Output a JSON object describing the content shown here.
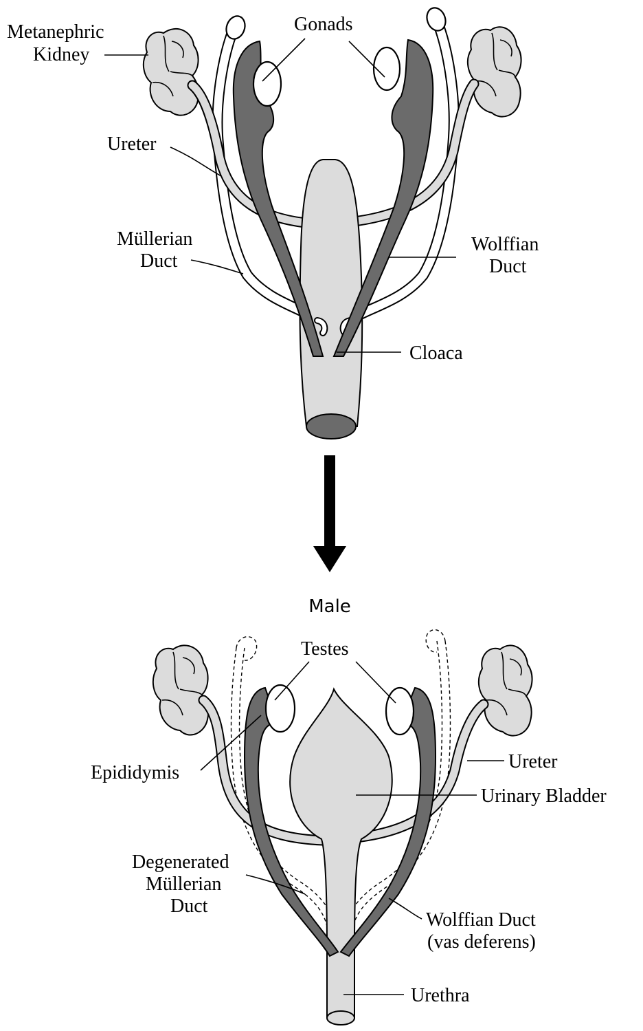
{
  "labels": {
    "metanephric_kidney_line1": "Metanephric",
    "metanephric_kidney_line2": "Kidney",
    "gonads": "Gonads",
    "ureter_top": "Ureter",
    "mullerian_line1": "Müllerian",
    "mullerian_line2": "Duct",
    "wolffian_line1": "Wolffian",
    "wolffian_line2": "Duct",
    "cloaca": "Cloaca",
    "male": "Male",
    "testes": "Testes",
    "epididymis": "Epididymis",
    "ureter_bottom": "Ureter",
    "urinary_bladder": "Urinary Bladder",
    "degenerated_line1": "Degenerated",
    "degenerated_line2": "Müllerian",
    "degenerated_line3": "Duct",
    "wolffian_vas_line1": "Wolffian Duct",
    "wolffian_vas_line2": "(vas deferens)",
    "urethra": "Urethra"
  },
  "colors": {
    "light_gray_tissue": "#dcdcdc",
    "dark_gray_duct": "#6b6b6b",
    "outline": "#000000",
    "background": "#ffffff"
  }
}
